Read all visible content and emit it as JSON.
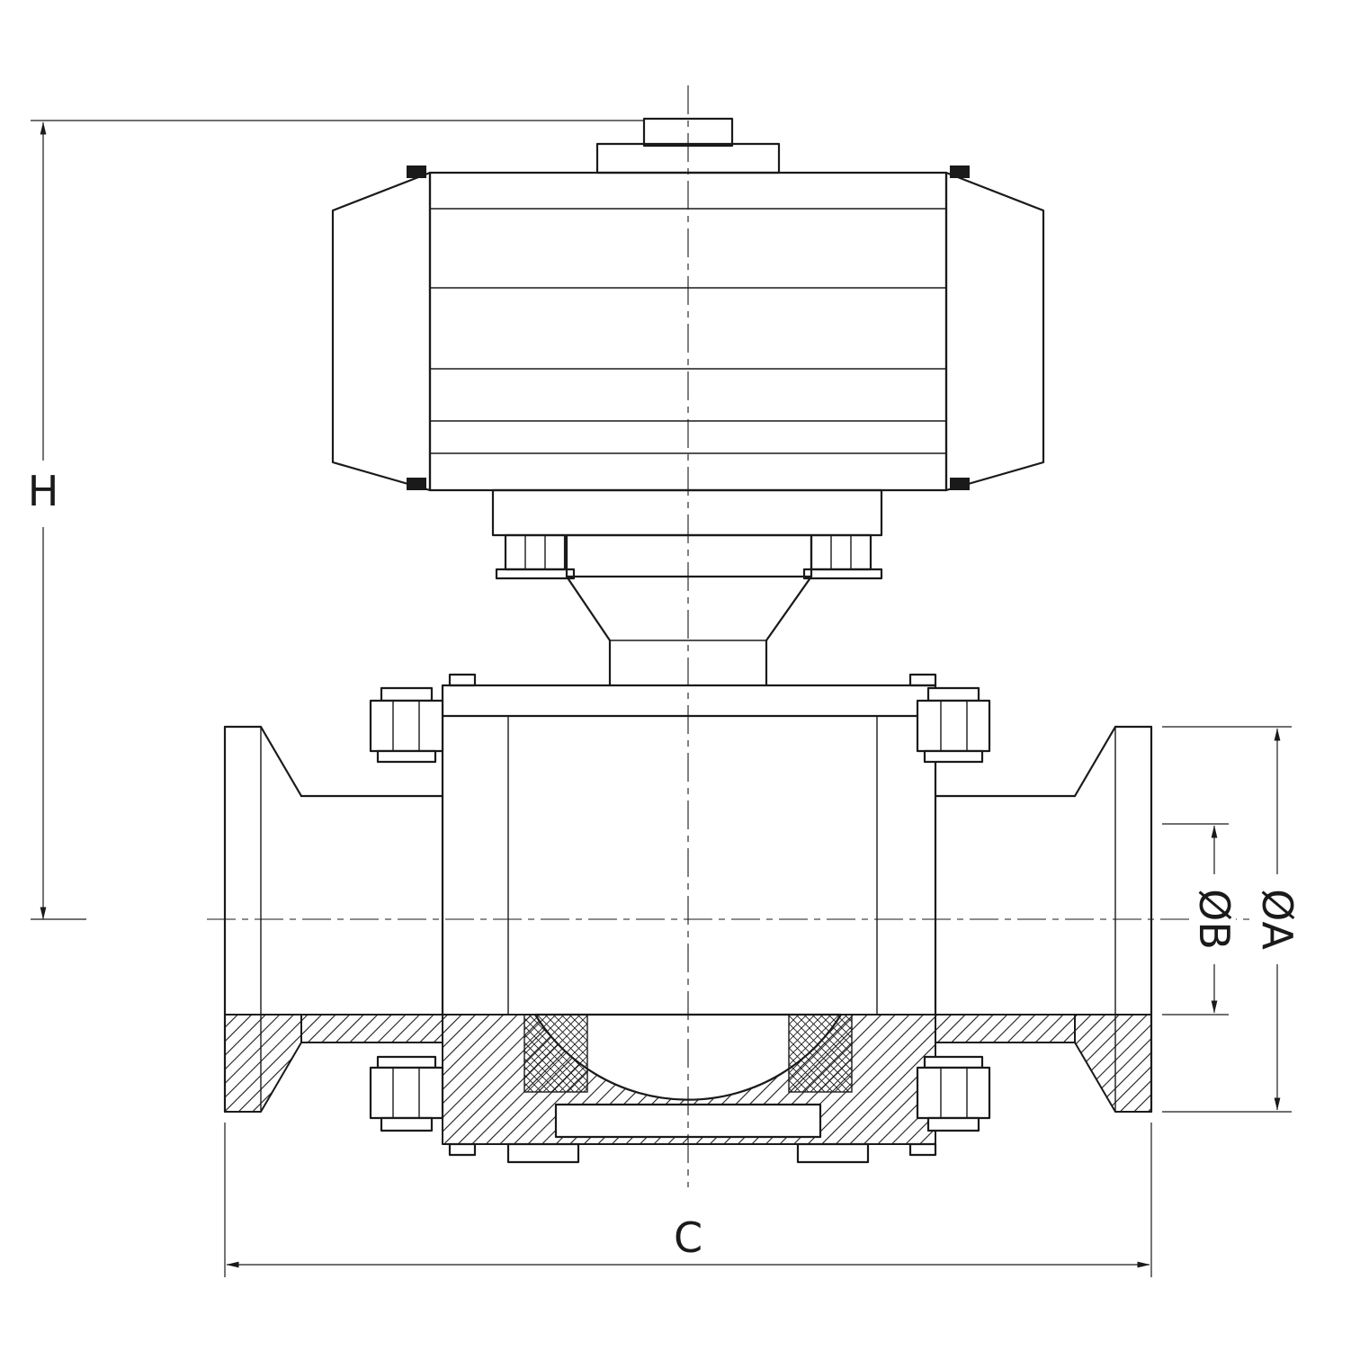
{
  "drawing": {
    "colors": {
      "line": "#1a1a1a",
      "background": "#ffffff"
    },
    "dimensions": {
      "overall_height": {
        "label": "H"
      },
      "face_to_face_length": {
        "label": "C"
      },
      "tube_bore_diameter": {
        "label": "ØB"
      },
      "clamp_ferrule_diameter": {
        "label": "ØA"
      }
    }
  }
}
